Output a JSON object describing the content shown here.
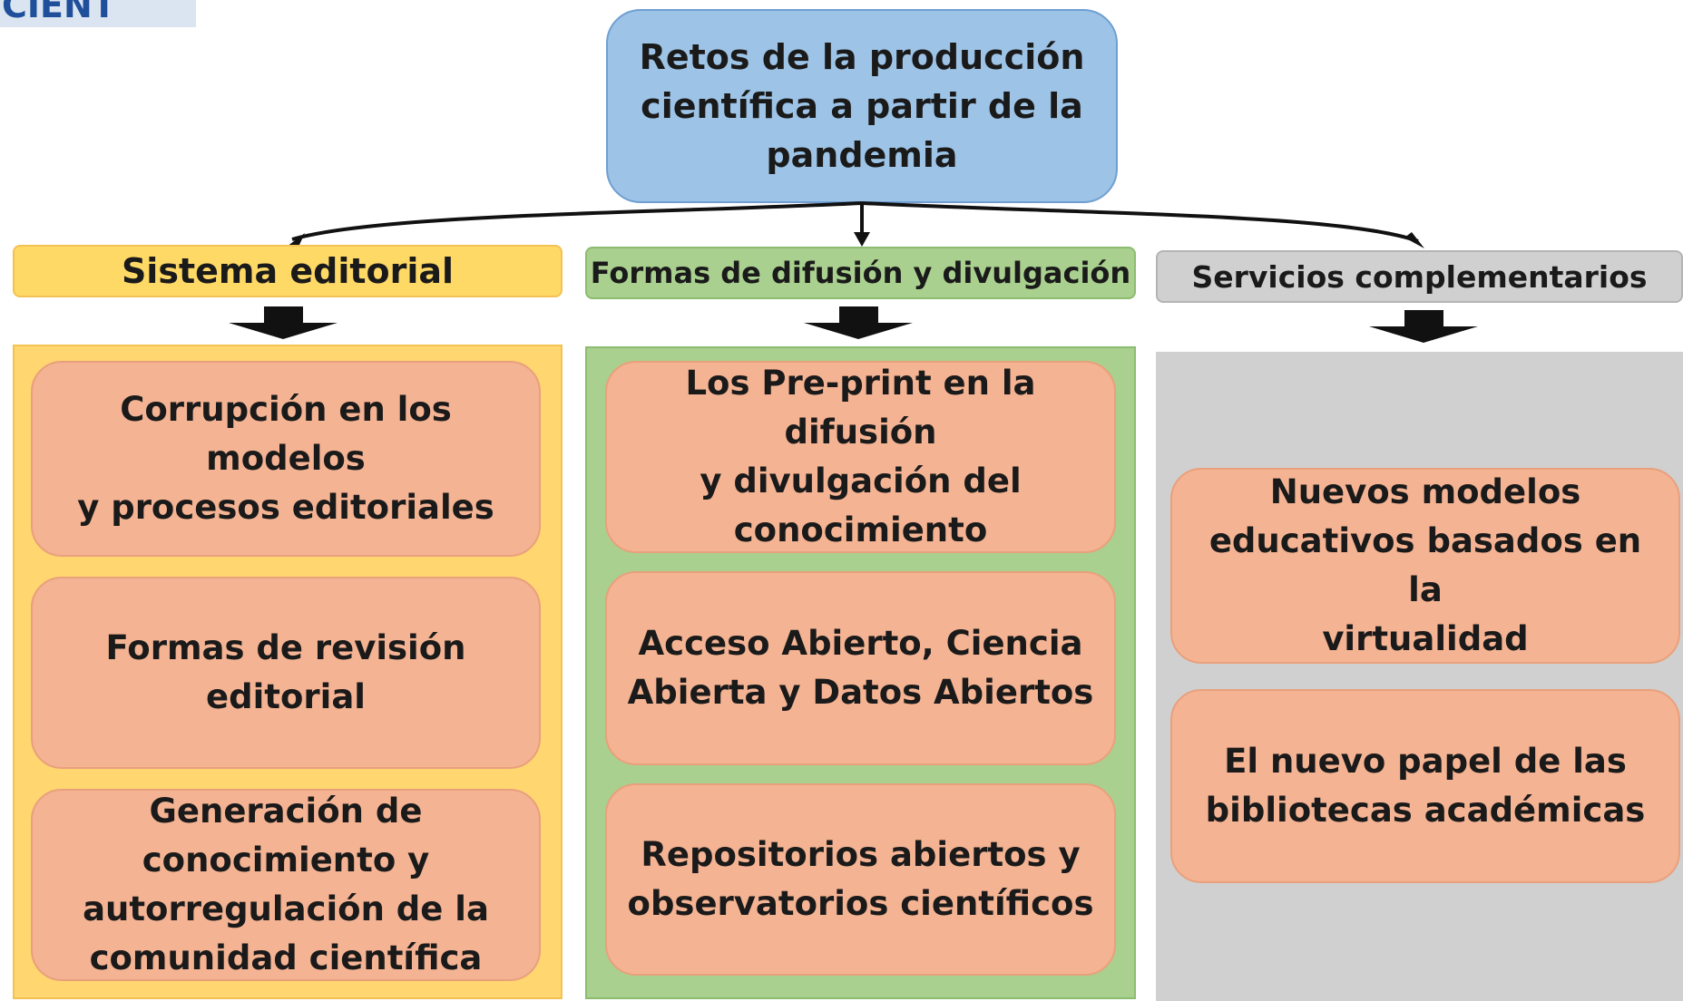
{
  "logo_fragment": "CIENT",
  "root": {
    "title": "Retos de la producción\ncientífica a partir de la\npandemia"
  },
  "columns": [
    {
      "header": "Sistema editorial",
      "items": [
        "Corrupción en los modelos\ny procesos editoriales",
        "Formas de revisión\neditorial",
        "Generación de\nconocimiento y\nautorregulación de la\ncomunidad científica"
      ]
    },
    {
      "header": "Formas de difusión y divulgación",
      "items": [
        "Los Pre-print en la difusión\ny divulgación del\nconocimiento",
        "Acceso Abierto, Ciencia\nAbierta y Datos Abiertos",
        "Repositorios abiertos y\nobservatorios científicos"
      ]
    },
    {
      "header": "Servicios complementarios",
      "items": [
        "Nuevos modelos\neducativos basados en la\nvirtualidad",
        "El nuevo papel de las\nbibliotecas académicas"
      ]
    }
  ],
  "colors": {
    "root_fill": "#9dc3e6",
    "yellow": "#ffd966",
    "green": "#a9d08e",
    "gray": "#d0d0d0",
    "item_fill": "#f4b393",
    "arrow": "#111111"
  }
}
